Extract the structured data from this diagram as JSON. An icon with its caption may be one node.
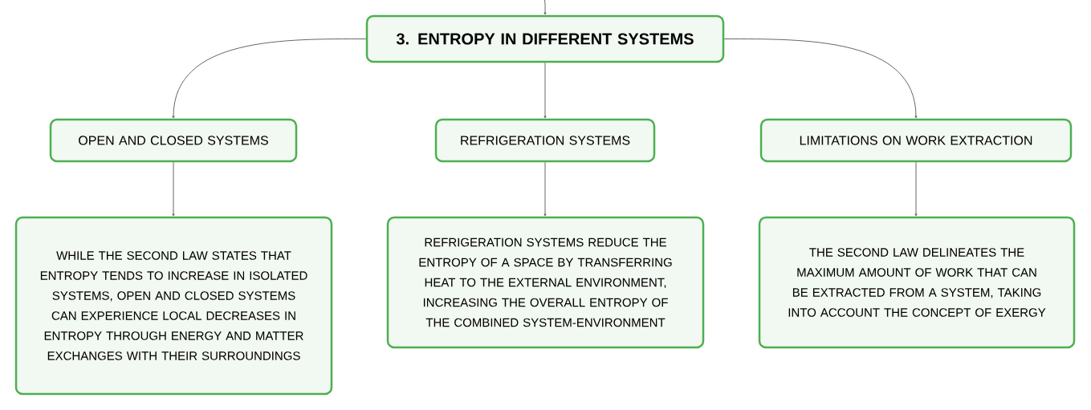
{
  "diagram": {
    "nodes": [
      {
        "text": [
          "3. ENTROPY IN DIFFERENT SYSTEMS"
        ]
      },
      {
        "text": [
          "OPEN AND CLOSED SYSTEMS"
        ]
      },
      {
        "text": [
          "REFRIGERATION SYSTEMS"
        ]
      },
      {
        "text": [
          "LIMITATIONS ON WORK EXTRACTION"
        ]
      },
      {
        "text": [
          "WHILE THE SECOND LAW STATES THAT ENTROPY TENDS TO INCREASE IN ISOLATED SYSTEMS, OPEN AND CLOSED SYSTEMS CAN EXPERIENCE LOCAL DECREASES IN ENTROPY THROUGH ENERGY AND MATTER EXCHANGES WITH THEIR SURROUNDINGS"
        ]
      },
      {
        "text": [
          "REFRIGERATION SYSTEMS REDUCE THE ENTROPY OF A SPACE BY TRANSFERRING HEAT TO THE EXTERNAL ENVIRONMENT, INCREASING THE OVERALL ENTROPY OF THE COMBINED SYSTEM-ENVIRONMENT"
        ]
      },
      {
        "text": [
          "THE SECOND LAW DELINEATES THE MAXIMUM AMOUNT OF WORK THAT CAN BE EXTRACTED FROM A SYSTEM, TAKING INTO ACCOUNT THE CONCEPT OF EXERGY"
        ]
      }
    ],
    "edges": [
      {
        "from": null,
        "to": 0,
        "arrow": "to"
      },
      {
        "from": 0,
        "to": 1,
        "arrow": "to"
      },
      {
        "from": 0,
        "to": 2,
        "arrow": "to"
      },
      {
        "from": 0,
        "to": 3,
        "arrow": "to"
      },
      {
        "from": 1,
        "to": 4,
        "arrow": "to"
      },
      {
        "from": 2,
        "to": 5,
        "arrow": "to"
      },
      {
        "from": 3,
        "to": 6,
        "arrow": "to"
      }
    ]
  }
}
